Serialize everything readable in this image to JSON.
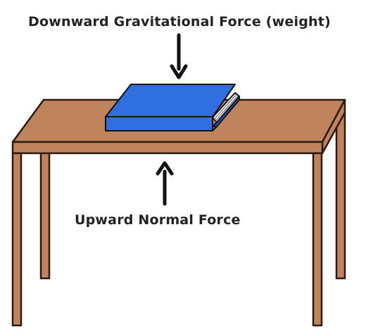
{
  "labels": {
    "downward": "Downward Gravitational Force (weight)",
    "upward": "Upward Normal Force"
  },
  "colors": {
    "table_wood": "#c0845c",
    "table_outline": "#2a1a12",
    "book_blue": "#2f6fe0",
    "book_blue_dark": "#1f58c8",
    "arrow": "#111111"
  },
  "objects": {
    "table": "table",
    "book": "book",
    "weight_arrow": "down-arrow",
    "normal_arrow": "up-arrow"
  }
}
